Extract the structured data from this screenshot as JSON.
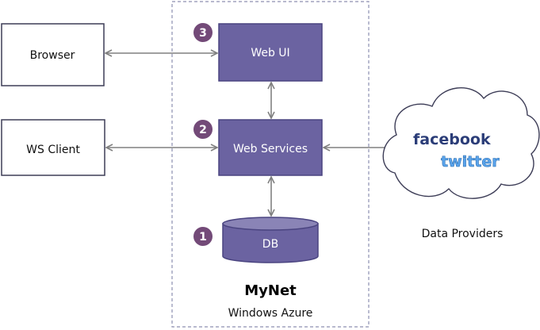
{
  "boxes": {
    "browser": "Browser",
    "ws_client": "WS Client",
    "web_ui": "Web UI",
    "web_services": "Web Services",
    "db": "DB"
  },
  "badges": {
    "one": "1",
    "two": "2",
    "three": "3"
  },
  "cloud": {
    "facebook": "facebook",
    "twitter": "twitter",
    "caption": "Data Providers"
  },
  "system": {
    "name": "MyNet",
    "platform": "Windows Azure"
  },
  "colors": {
    "box_fill": "#6b63a1",
    "box_stroke": "#4a4480",
    "badge_fill": "#734a78",
    "facebook_text": "#2b3d78",
    "twitter_text": "#5aa4ec",
    "arrow": "#808080",
    "container_stroke": "#8d8fb0",
    "client_stroke": "#3d3d57"
  }
}
